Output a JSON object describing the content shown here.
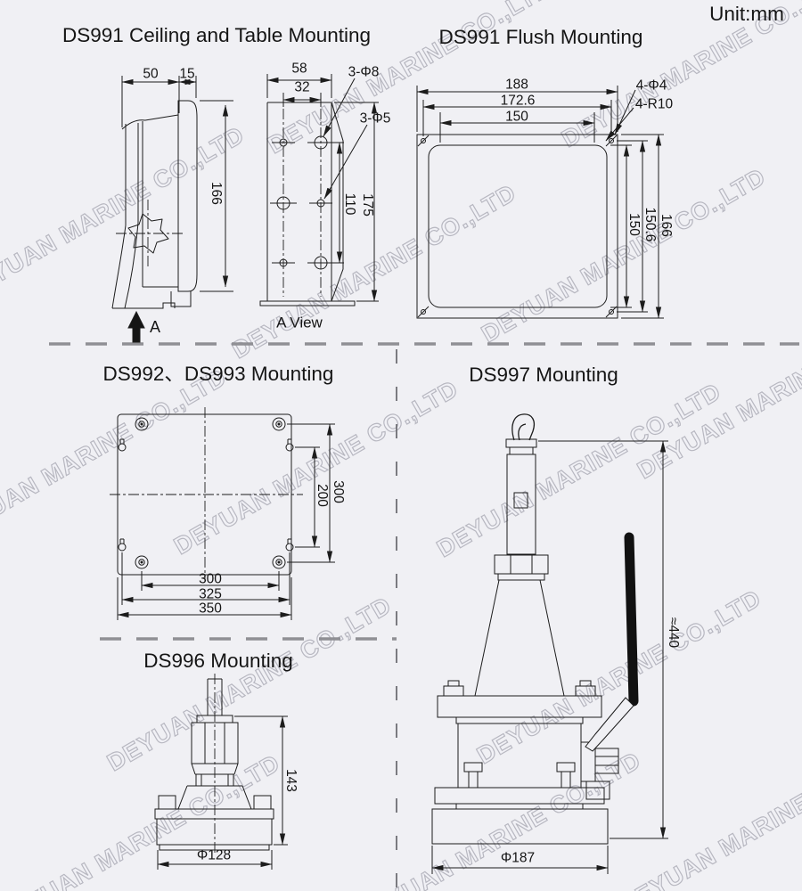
{
  "unit_label": "Unit:mm",
  "watermark_text": "DEYUAN MARINE CO.,LTD",
  "ceiling": {
    "title": "DS991 Ceiling and Table Mounting",
    "dim_50": "50",
    "dim_15": "15",
    "dim_166": "166",
    "dim_58": "58",
    "dim_32": "32",
    "holes_8": "3-Φ8",
    "holes_5": "3-Φ5",
    "dim_110": "110",
    "dim_175": "175",
    "view_label": "A View",
    "direction_label": "A"
  },
  "flush": {
    "title": "DS991 Flush Mounting",
    "dim_188": "188",
    "dim_172_6": "172.6",
    "dim_150_top": "150",
    "holes_4": "4-Φ4",
    "radius_4": "4-R10",
    "dim_150_right": "150",
    "dim_150_6": "150.6",
    "dim_166": "166"
  },
  "plate992": {
    "title": "DS992、DS993 Mounting",
    "dim_300_v": "300",
    "dim_200": "200",
    "dim_300_b": "300",
    "dim_325": "325",
    "dim_350": "350"
  },
  "ds996": {
    "title": "DS996 Mounting",
    "dim_143": "143",
    "dim_128": "Φ128"
  },
  "ds997": {
    "title": "DS997 Mounting",
    "dim_440": "≈440",
    "dim_187": "Φ187"
  }
}
